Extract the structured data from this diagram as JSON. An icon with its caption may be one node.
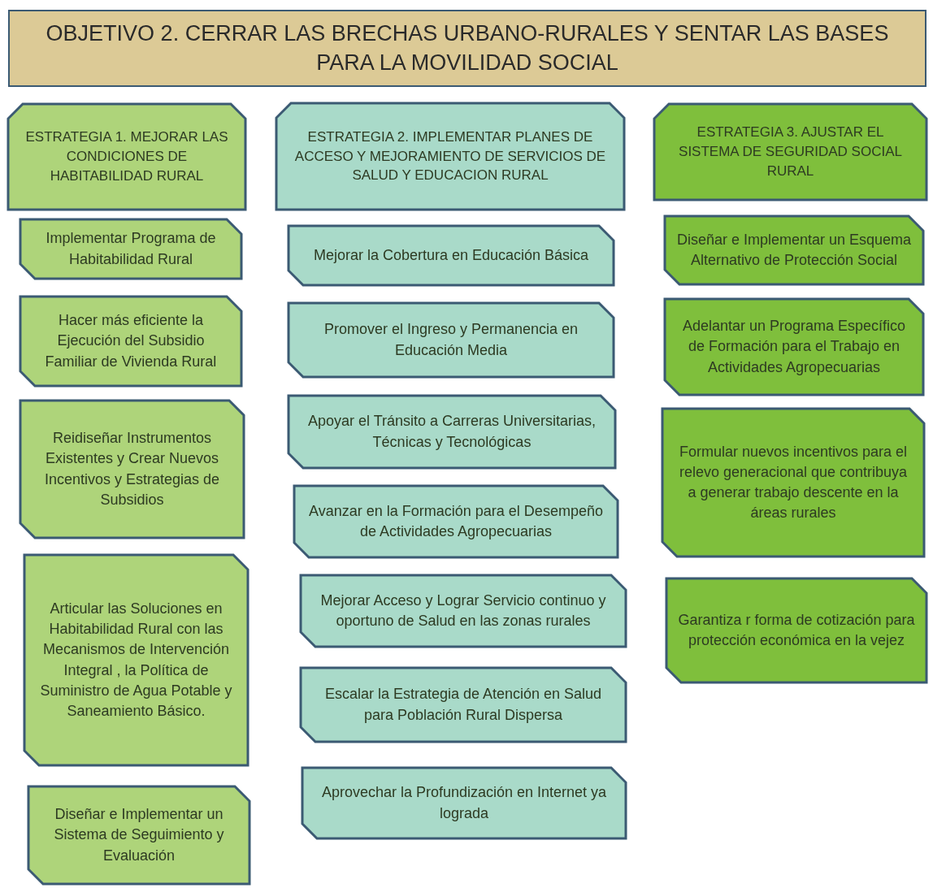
{
  "diagram": {
    "title": "OBJETIVO 2. CERRAR LAS BRECHAS URBANO-RURALES Y SENTAR LAS BASES PARA LA MOVILIDAD SOCIAL",
    "nodes": [
      {
        "text": [
          "ESTRATEGIA 1. MEJORAR LAS CONDICIONES DE HABITABILIDAD RURAL"
        ]
      },
      {
        "text": [
          "Implementar Programa de Habitabilidad Rural"
        ]
      },
      {
        "text": [
          "Hacer más eficiente la Ejecución del Subsidio Familiar de Vivienda Rural"
        ]
      },
      {
        "text": [
          "Reidiseñar Instrumentos Existentes y Crear Nuevos Incentivos y Estrategias de Subsidios"
        ]
      },
      {
        "text": [
          "Articular las Soluciones en Habitabilidad Rural con las Mecanismos de Intervención Integral , la Política de Suministro de Agua Potable y Saneamiento Básico."
        ]
      },
      {
        "text": [
          "Diseñar e Implementar un Sistema de Seguimiento y Evaluación"
        ]
      },
      {
        "text": [
          "ESTRATEGIA 2. IMPLEMENTAR PLANES DE ACCESO Y MEJORAMIENTO DE SERVICIOS DE SALUD Y EDUCACION RURAL"
        ]
      },
      {
        "text": [
          "Mejorar la Cobertura en Educación Básica"
        ]
      },
      {
        "text": [
          "Promover el Ingreso y Permanencia en Educación Media"
        ]
      },
      {
        "text": [
          "Apoyar el Tránsito a Carreras Universitarias, Técnicas y Tecnológicas"
        ]
      },
      {
        "text": [
          "Avanzar en la Formación para el Desempeño de Actividades Agropecuarias"
        ]
      },
      {
        "text": [
          "Mejorar Acceso y Lograr Servicio continuo y oportuno de Salud en las zonas rurales"
        ]
      },
      {
        "text": [
          "Escalar la Estrategia de Atención en Salud para Población Rural Dispersa"
        ]
      },
      {
        "text": [
          "Aprovechar la Profundización en Internet ya lograda"
        ]
      },
      {
        "text": [
          "ESTRATEGIA 3. AJUSTAR EL SISTEMA DE SEGURIDAD SOCIAL RURAL"
        ]
      },
      {
        "text": [
          "Diseñar e Implementar un Esquema Alternativo de Protección Social"
        ]
      },
      {
        "text": [
          "Adelantar un Programa Específico de Formación para el Trabajo en Actividades Agropecuarias"
        ]
      },
      {
        "text": [
          "Formular nuevos incentivos para el relevo generacional que contribuya a generar trabajo descente en la áreas rurales"
        ]
      },
      {
        "text": [
          "Garantiza r forma de cotización para protección económica en la vejez"
        ]
      }
    ]
  }
}
